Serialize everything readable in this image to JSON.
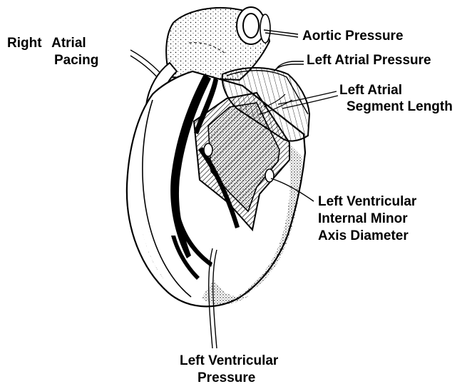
{
  "labels": {
    "right_atrial_pacing": [
      "Right Atrial",
      "Pacing"
    ],
    "aortic_pressure": "Aortic Pressure",
    "left_atrial_pressure": "Left Atrial Pressure",
    "left_atrial_segment_length": [
      "Left Atrial",
      "Segment Length"
    ],
    "lv_internal_minor_axis_diameter": [
      "Left Ventricular",
      "Internal Minor",
      "Axis Diameter"
    ],
    "left_ventricular_pressure": [
      "Left Ventricular",
      "Pressure"
    ]
  },
  "colors": {
    "ink": "#000000",
    "paper": "#ffffff"
  }
}
